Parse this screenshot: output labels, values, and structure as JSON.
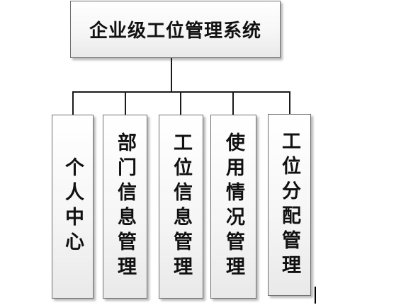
{
  "root": {
    "label": "企业级工位管理系统"
  },
  "children": [
    {
      "label": "个人中心"
    },
    {
      "label": "部门信息管理"
    },
    {
      "label": "工位信息管理"
    },
    {
      "label": "使用情况管理"
    },
    {
      "label": "工位分配管理"
    }
  ]
}
